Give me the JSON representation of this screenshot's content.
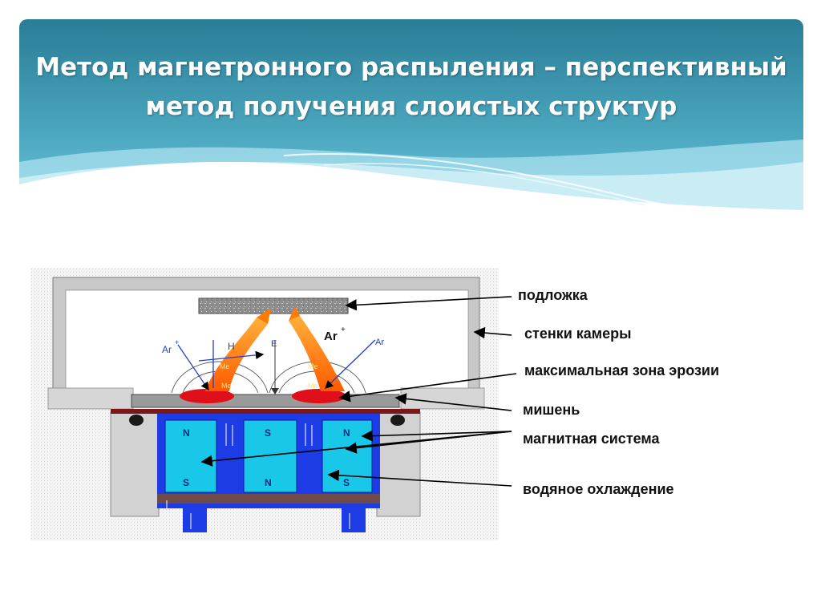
{
  "slide": {
    "title_line1": "Метод магнетронного распыления – перспективный",
    "title_line2": "метод получения слоистых структур"
  },
  "diagram": {
    "symbols": {
      "ar_plus": "Ar",
      "plus": "+",
      "ar": "Ar",
      "field_h": "H",
      "field_e": "E",
      "me": "Me",
      "pole_n": "N",
      "pole_s": "S"
    },
    "labels": {
      "substrate": "подложка",
      "chamber_walls": "стенки камеры",
      "erosion_zone": "максимальная зона эрозии",
      "target": "мишень",
      "magnet_system": "магнитная система",
      "water_cooling": "водяное охлаждение"
    }
  },
  "colors": {
    "header_top": "#2a7d96",
    "header_bottom": "#6cc6da",
    "magnet": "#19c8e8",
    "housing": "#1e3ce6",
    "plume": "#ff8a00",
    "erosion": "#e0101a"
  }
}
